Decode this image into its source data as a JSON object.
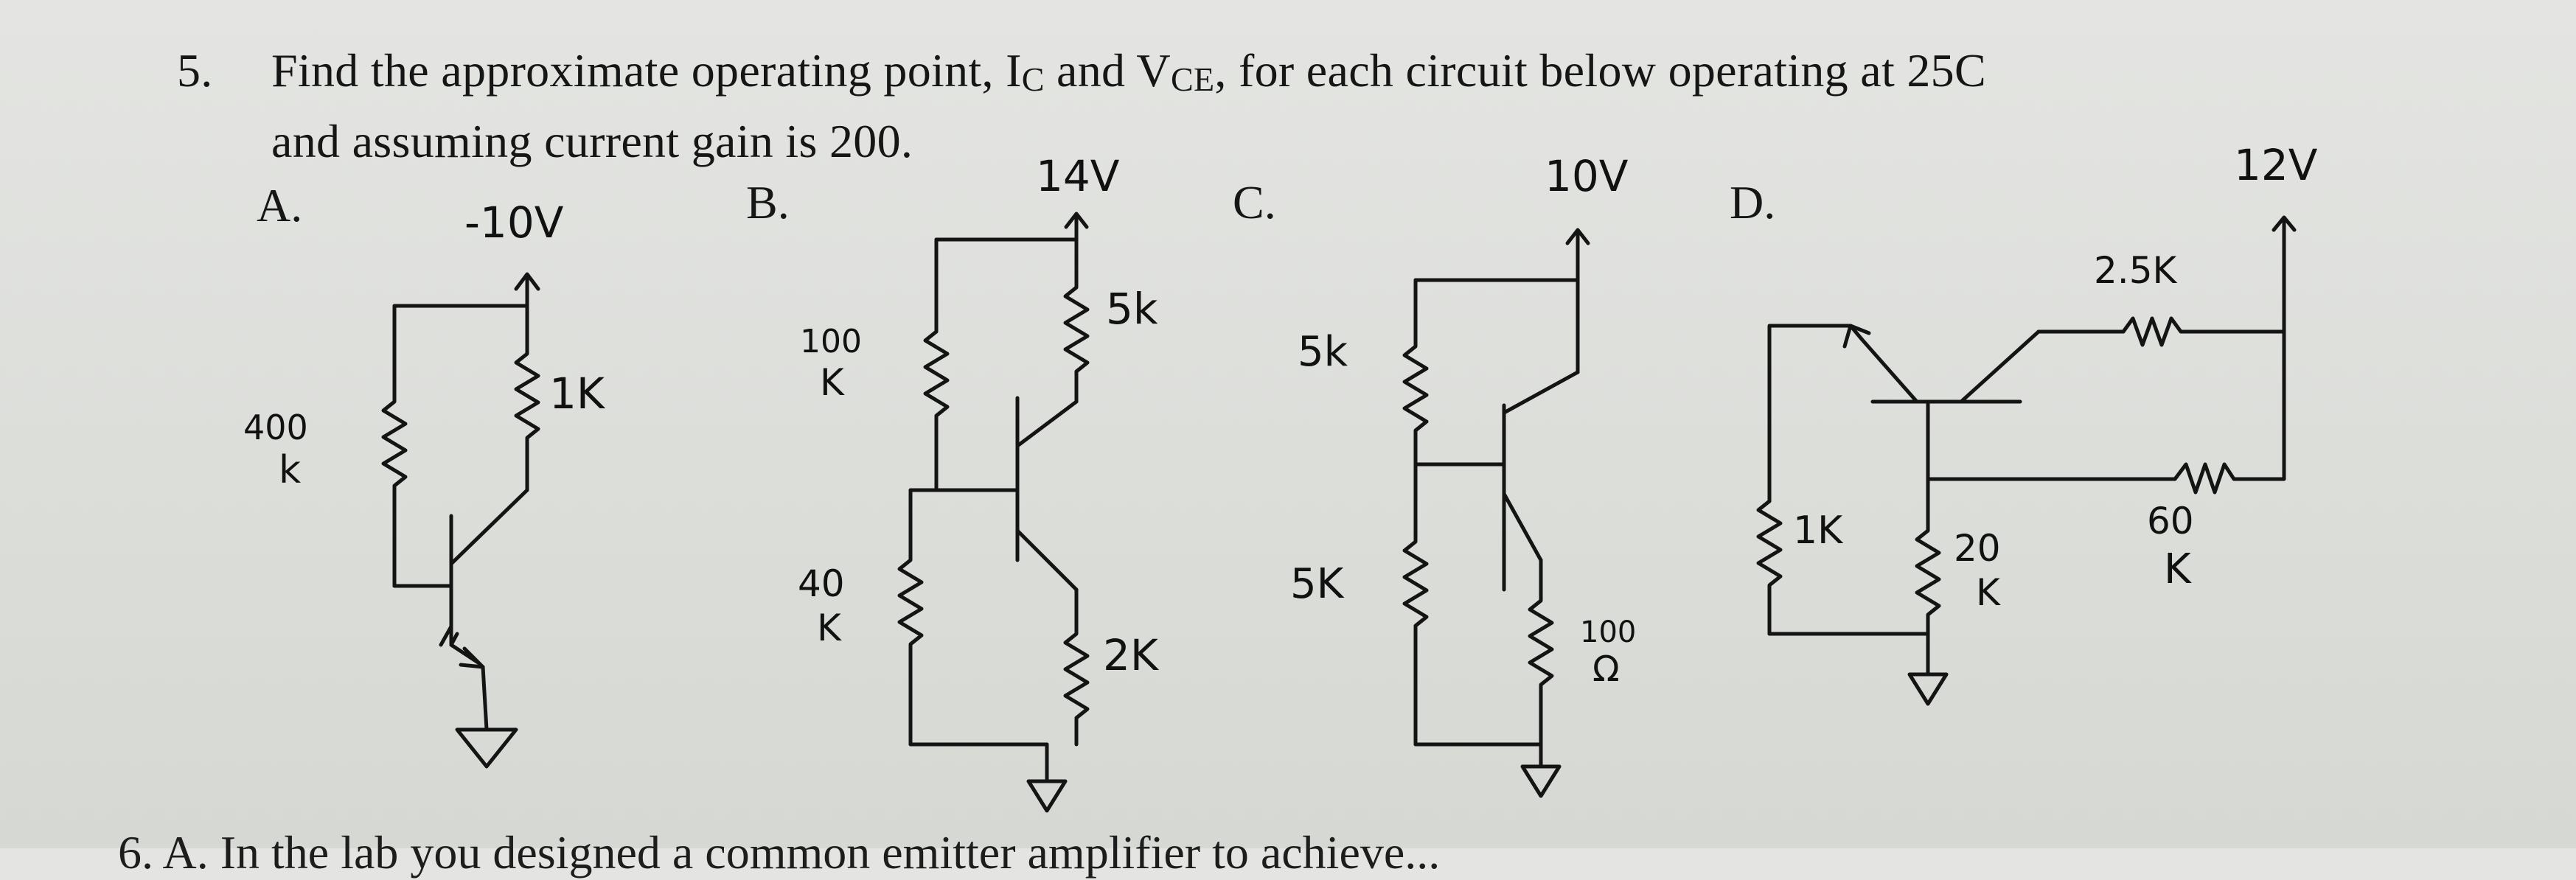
{
  "question": {
    "number": "5.",
    "line1_pre": "Find the approximate operating point, I",
    "ic_sub": "C",
    "line1_mid": " and V",
    "vce_sub": "CE",
    "line1_post": ", for each circuit below operating at 25C",
    "line2": "and assuming current gain is 200."
  },
  "circuits": {
    "a": {
      "label": "A.",
      "supply": "-10V",
      "rc": "1K",
      "rb_value": "400",
      "rb_unit": "k"
    },
    "b": {
      "label": "B.",
      "supply": "14V",
      "rc": "5k",
      "r1_value": "100",
      "r1_unit": "K",
      "r2_value": "40",
      "r2_unit": "K",
      "re": "2K"
    },
    "c": {
      "label": "C.",
      "supply": "10V",
      "r1": "5k",
      "r2": "5K",
      "re_value": "100",
      "re_unit": "Ω"
    },
    "d": {
      "label": "D.",
      "supply": "12V",
      "r_top": "2.5K",
      "r_fb_value": "60",
      "r_fb_unit": "K",
      "r_left": "1K",
      "r_mid_value": "20",
      "r_mid_unit": "K"
    }
  },
  "next_question_partial": "6.   A. In the lab you designed a common emitter amplifier to achieve..."
}
